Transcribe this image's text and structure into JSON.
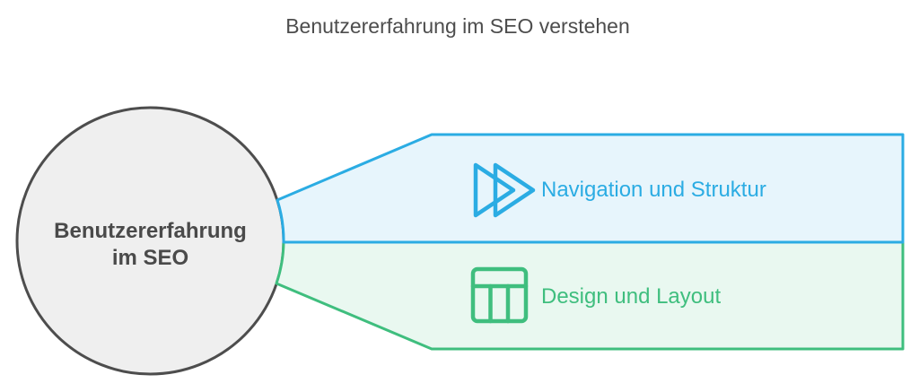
{
  "title": "Benutzererfahrung im SEO verstehen",
  "center_node": {
    "label": "Benutzererfahrung im SEO",
    "label_lines": [
      "Benutzererfahrung",
      "im SEO"
    ]
  },
  "branches": [
    {
      "label": "Navigation und Struktur",
      "icon": "fast-forward-icon",
      "color": "#2bace3",
      "fill": "#e7f5fc"
    },
    {
      "label": "Design und Layout",
      "icon": "table-layout-icon",
      "color": "#3fbe7e",
      "fill": "#e9f8f0"
    }
  ],
  "colors": {
    "title_text": "#4d4d4d",
    "node_fill": "#efefef",
    "node_stroke": "#4d4d4d",
    "blue_accent": "#2bace3",
    "blue_fill": "#e7f5fc",
    "green_accent": "#3fbe7e",
    "green_fill": "#e9f8f0"
  }
}
